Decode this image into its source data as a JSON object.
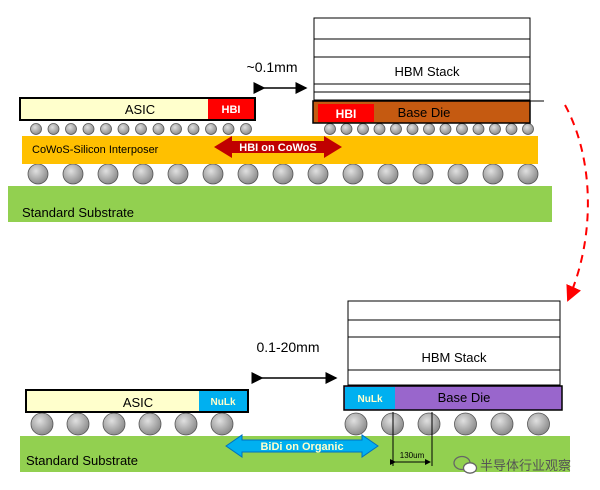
{
  "top": {
    "asic_label": "ASIC",
    "hbi_label": "HBI",
    "hbm_stack_label": "HBM Stack",
    "base_die_label": "Base Die",
    "base_hbi_label": "HBI",
    "gap_label": "~0.1mm",
    "interposer_label": "CoWoS-Silicon Interposer",
    "link_label": "HBI on CoWoS",
    "substrate_label": "Standard Substrate"
  },
  "bottom": {
    "asic_label": "ASIC",
    "asic_nulk_label": "NuLk",
    "hbm_stack_label": "HBM Stack",
    "base_die_label": "Base Die",
    "base_nulk_label": "NuLk",
    "gap_label": "0.1-20mm",
    "link_label": "BiDi on Organic",
    "pitch_label": "130um",
    "substrate_label": "Standard Substrate"
  },
  "watermark": {
    "text": "半导体行业观察"
  },
  "colors": {
    "substrate": "#92d050",
    "interposer": "#ffc000",
    "asic_body": "#ffffcc",
    "hbi_red": "#ff0000",
    "base_die_top": "#c55a11",
    "base_die_bottom": "#9966cc",
    "nulk_blue": "#00b0f0",
    "bump_fill": "#a6a6a6",
    "dashed_arrow": "#ff0000"
  }
}
